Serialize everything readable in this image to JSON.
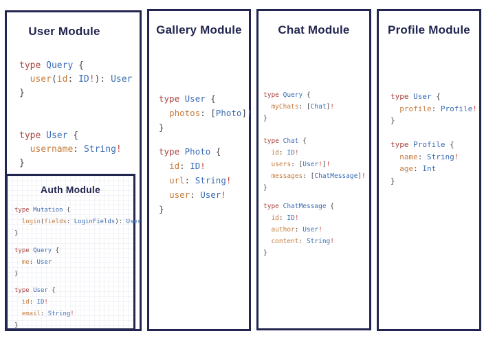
{
  "colors": {
    "navy": "#22254f",
    "keyword": "#a8433e",
    "typename": "#3b6db4",
    "field": "#c57c3e",
    "punct": "#45454f",
    "bang": "#c8443c"
  },
  "panels": [
    {
      "title": "User Module",
      "blocks": [
        [
          [
            [
              "type",
              "k"
            ],
            [
              " ",
              "p"
            ],
            [
              "Query",
              "t"
            ],
            [
              " {",
              "p"
            ]
          ],
          [
            [
              "  ",
              "p"
            ],
            [
              "user",
              "f"
            ],
            [
              "(",
              "p"
            ],
            [
              "id",
              "f"
            ],
            [
              ": ",
              "p"
            ],
            [
              "ID",
              "t"
            ],
            [
              "!",
              "b"
            ],
            [
              "): ",
              "p"
            ],
            [
              "User",
              "t"
            ]
          ],
          [
            [
              "}",
              "p"
            ]
          ]
        ],
        [
          [
            [
              "type",
              "k"
            ],
            [
              " ",
              "p"
            ],
            [
              "User",
              "t"
            ],
            [
              " {",
              "p"
            ]
          ],
          [
            [
              "  ",
              "p"
            ],
            [
              "username",
              "f"
            ],
            [
              ": ",
              "p"
            ],
            [
              "String",
              "t"
            ],
            [
              "!",
              "b"
            ]
          ],
          [
            [
              "}",
              "p"
            ]
          ]
        ]
      ]
    },
    {
      "title": "Gallery Module",
      "blocks": [
        [
          [
            [
              "type",
              "k"
            ],
            [
              " ",
              "p"
            ],
            [
              "User",
              "t"
            ],
            [
              " {",
              "p"
            ]
          ],
          [
            [
              "  ",
              "p"
            ],
            [
              "photos",
              "f"
            ],
            [
              ": [",
              "p"
            ],
            [
              "Photo",
              "t"
            ],
            [
              "]",
              "p"
            ],
            [
              "!",
              "b"
            ]
          ],
          [
            [
              "}",
              "p"
            ]
          ]
        ],
        [
          [
            [
              "type",
              "k"
            ],
            [
              " ",
              "p"
            ],
            [
              "Photo",
              "t"
            ],
            [
              " {",
              "p"
            ]
          ],
          [
            [
              "  ",
              "p"
            ],
            [
              "id",
              "f"
            ],
            [
              ": ",
              "p"
            ],
            [
              "ID",
              "t"
            ],
            [
              "!",
              "b"
            ]
          ],
          [
            [
              "  ",
              "p"
            ],
            [
              "url",
              "f"
            ],
            [
              ": ",
              "p"
            ],
            [
              "String",
              "t"
            ],
            [
              "!",
              "b"
            ]
          ],
          [
            [
              "  ",
              "p"
            ],
            [
              "user",
              "f"
            ],
            [
              ": ",
              "p"
            ],
            [
              "User",
              "t"
            ],
            [
              "!",
              "b"
            ]
          ],
          [
            [
              "}",
              "p"
            ]
          ]
        ]
      ]
    },
    {
      "title": "Chat Module",
      "blocks": [
        [
          [
            [
              "type",
              "k"
            ],
            [
              " ",
              "p"
            ],
            [
              "Query",
              "t"
            ],
            [
              " {",
              "p"
            ]
          ],
          [
            [
              "  ",
              "p"
            ],
            [
              "myChats",
              "f"
            ],
            [
              ": [",
              "p"
            ],
            [
              "Chat",
              "t"
            ],
            [
              "]",
              "p"
            ],
            [
              "!",
              "b"
            ]
          ],
          [
            [
              "}",
              "p"
            ]
          ]
        ],
        [
          [
            [
              "type",
              "k"
            ],
            [
              " ",
              "p"
            ],
            [
              "Chat",
              "t"
            ],
            [
              " {",
              "p"
            ]
          ],
          [
            [
              "  ",
              "p"
            ],
            [
              "id",
              "f"
            ],
            [
              ": ",
              "p"
            ],
            [
              "ID",
              "t"
            ],
            [
              "!",
              "b"
            ]
          ],
          [
            [
              "  ",
              "p"
            ],
            [
              "users",
              "f"
            ],
            [
              ": [",
              "p"
            ],
            [
              "User",
              "t"
            ],
            [
              "!",
              "b"
            ],
            [
              "]",
              "p"
            ],
            [
              "!",
              "b"
            ]
          ],
          [
            [
              "  ",
              "p"
            ],
            [
              "messages",
              "f"
            ],
            [
              ": [",
              "p"
            ],
            [
              "ChatMessage",
              "t"
            ],
            [
              "]",
              "p"
            ],
            [
              "!",
              "b"
            ]
          ],
          [
            [
              "}",
              "p"
            ]
          ]
        ],
        [
          [
            [
              "type",
              "k"
            ],
            [
              " ",
              "p"
            ],
            [
              "ChatMessage",
              "t"
            ],
            [
              " {",
              "p"
            ]
          ],
          [
            [
              "  ",
              "p"
            ],
            [
              "id",
              "f"
            ],
            [
              ": ",
              "p"
            ],
            [
              "ID",
              "t"
            ],
            [
              "!",
              "b"
            ]
          ],
          [
            [
              "  ",
              "p"
            ],
            [
              "author",
              "f"
            ],
            [
              ": ",
              "p"
            ],
            [
              "User",
              "t"
            ],
            [
              "!",
              "b"
            ]
          ],
          [
            [
              "  ",
              "p"
            ],
            [
              "content",
              "f"
            ],
            [
              ": ",
              "p"
            ],
            [
              "String",
              "t"
            ],
            [
              "!",
              "b"
            ]
          ],
          [
            [
              "}",
              "p"
            ]
          ]
        ]
      ]
    },
    {
      "title": "Profile Module",
      "blocks": [
        [
          [
            [
              "type",
              "k"
            ],
            [
              " ",
              "p"
            ],
            [
              "User",
              "t"
            ],
            [
              " {",
              "p"
            ]
          ],
          [
            [
              "  ",
              "p"
            ],
            [
              "profile",
              "f"
            ],
            [
              ": ",
              "p"
            ],
            [
              "Profile",
              "t"
            ],
            [
              "!",
              "b"
            ]
          ],
          [
            [
              "}",
              "p"
            ]
          ]
        ],
        [
          [
            [
              "type",
              "k"
            ],
            [
              " ",
              "p"
            ],
            [
              "Profile",
              "t"
            ],
            [
              " {",
              "p"
            ]
          ],
          [
            [
              "  ",
              "p"
            ],
            [
              "name",
              "f"
            ],
            [
              ": ",
              "p"
            ],
            [
              "String",
              "t"
            ],
            [
              "!",
              "b"
            ]
          ],
          [
            [
              "  ",
              "p"
            ],
            [
              "age",
              "f"
            ],
            [
              ": ",
              "p"
            ],
            [
              "Int",
              "t"
            ]
          ],
          [
            [
              "}",
              "p"
            ]
          ]
        ]
      ]
    }
  ],
  "auth": {
    "title": "Auth Module",
    "blocks": [
      [
        [
          [
            "type",
            "k"
          ],
          [
            " ",
            "p"
          ],
          [
            "Mutation",
            "t"
          ],
          [
            " {",
            "p"
          ]
        ],
        [
          [
            "  ",
            "p"
          ],
          [
            "login",
            "f"
          ],
          [
            "(",
            "p"
          ],
          [
            "fields",
            "f"
          ],
          [
            ": ",
            "p"
          ],
          [
            "LoginFields",
            "t"
          ],
          [
            "): ",
            "p"
          ],
          [
            "User",
            "t"
          ]
        ],
        [
          [
            "}",
            "p"
          ]
        ]
      ],
      [
        [
          [
            "type",
            "k"
          ],
          [
            " ",
            "p"
          ],
          [
            "Query",
            "t"
          ],
          [
            " {",
            "p"
          ]
        ],
        [
          [
            "  ",
            "p"
          ],
          [
            "me",
            "f"
          ],
          [
            ": ",
            "p"
          ],
          [
            "User",
            "t"
          ]
        ],
        [
          [
            "}",
            "p"
          ]
        ]
      ],
      [
        [
          [
            "type",
            "k"
          ],
          [
            " ",
            "p"
          ],
          [
            "User",
            "t"
          ],
          [
            " {",
            "p"
          ]
        ],
        [
          [
            "  ",
            "p"
          ],
          [
            "id",
            "f"
          ],
          [
            ": ",
            "p"
          ],
          [
            "ID",
            "t"
          ],
          [
            "!",
            "b"
          ]
        ],
        [
          [
            "  ",
            "p"
          ],
          [
            "email",
            "f"
          ],
          [
            ": ",
            "p"
          ],
          [
            "String",
            "t"
          ],
          [
            "!",
            "b"
          ]
        ],
        [
          [
            "}",
            "p"
          ]
        ]
      ]
    ]
  }
}
